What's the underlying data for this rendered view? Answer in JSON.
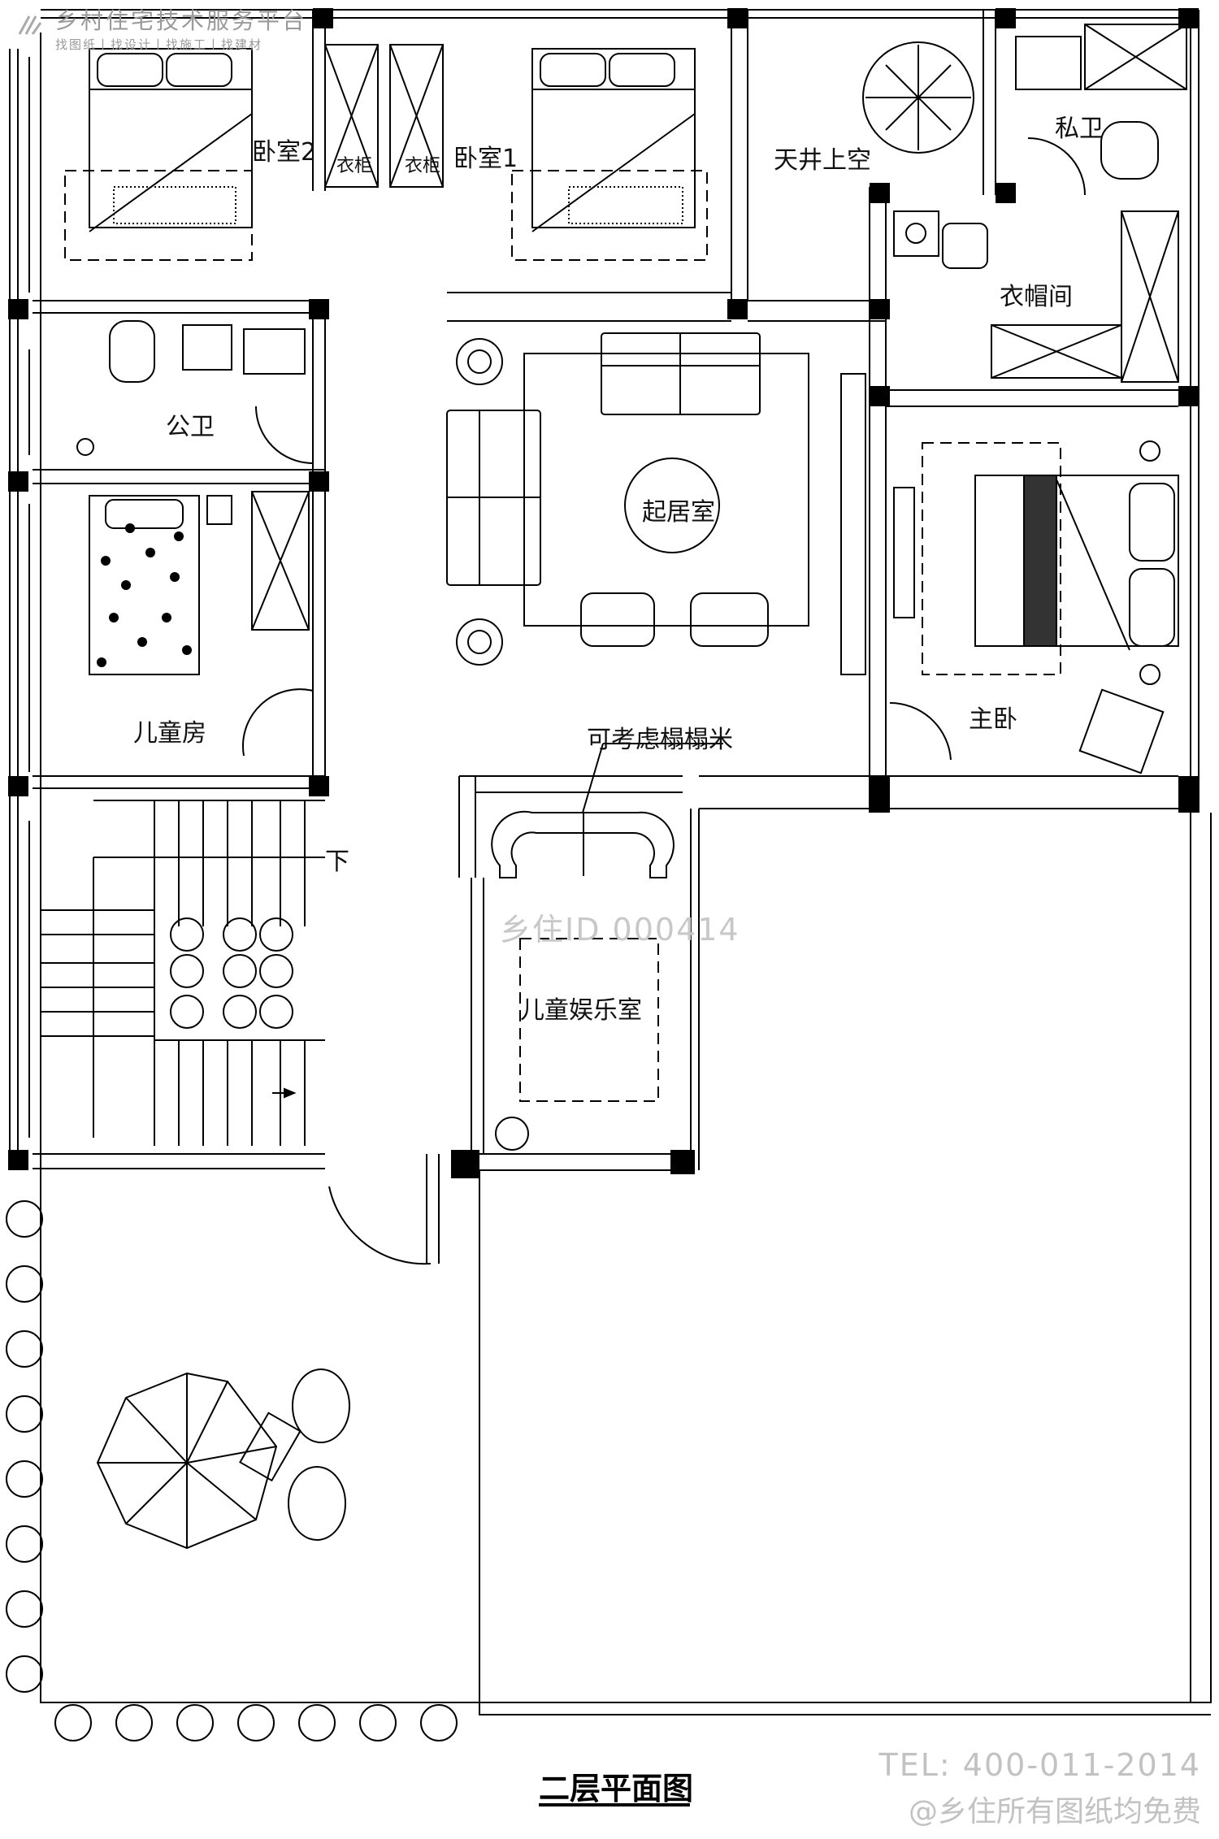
{
  "watermark": {
    "platform_name": "乡村住宅技术服务平台",
    "platform_tagline": "找图纸丨找设计丨找施工丨找建材",
    "id_text": "乡住ID 000414",
    "tel": "TEL: 400-011-2014",
    "rights": "@乡住所有图纸均免费"
  },
  "plan": {
    "title": "二层平面图"
  },
  "rooms": {
    "bedroom2": "卧室2",
    "bedroom1": "卧室1",
    "wardrobe_left": "衣柜",
    "wardrobe_right": "衣柜",
    "atrium": "天井上空",
    "private_bath": "私卫",
    "cloakroom": "衣帽间",
    "public_bath": "公卫",
    "living": "起居室",
    "kids_room": "儿童房",
    "master_bedroom": "主卧",
    "tatami_note": "可考虑榻榻米",
    "kids_playroom": "儿童娱乐室",
    "stair_down": "下"
  },
  "colors": {
    "line": "#000000",
    "watermark": "#a8a8a8"
  }
}
